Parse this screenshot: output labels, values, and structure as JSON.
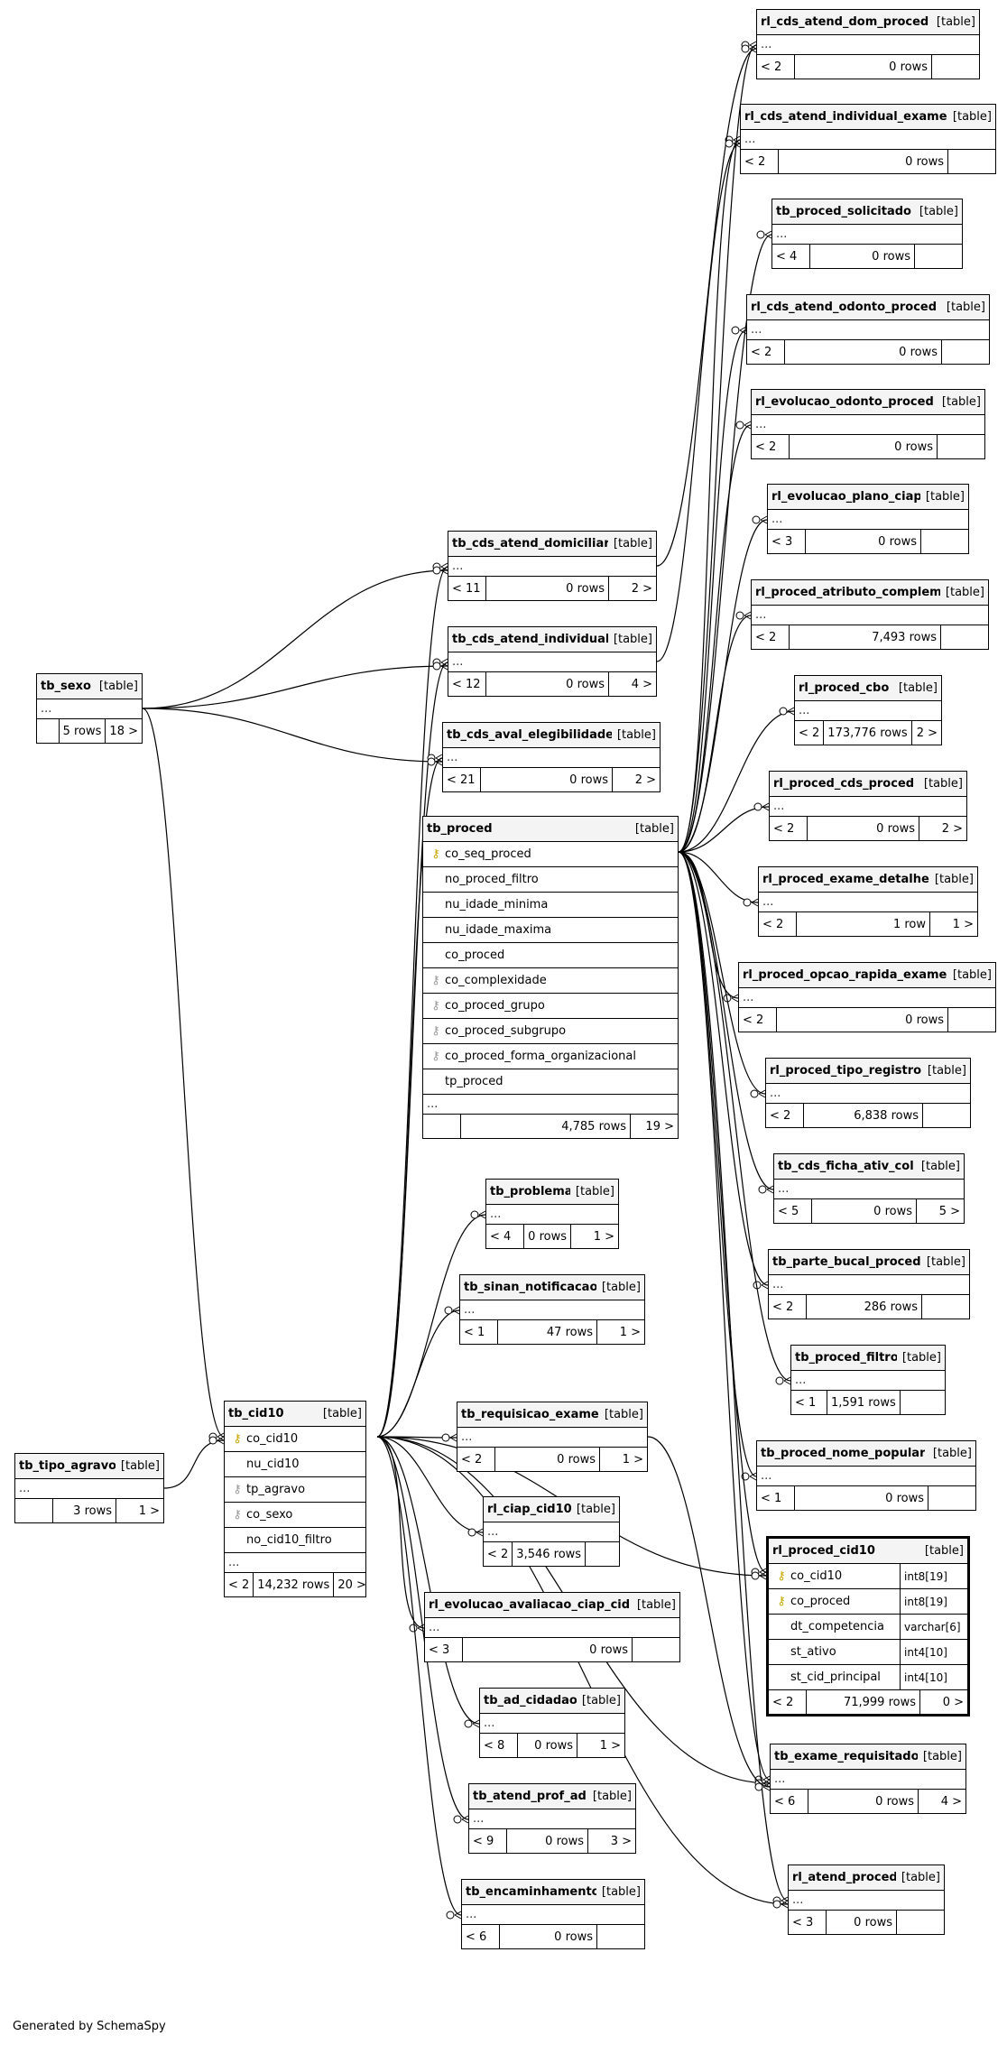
{
  "footer_text": "Generated by SchemaSpy",
  "dots": "...",
  "tables": [
    {
      "id": "rl_cds_atend_dom_proced",
      "name": "rl_cds_atend_dom_proced",
      "type": "[table]",
      "parents": "< 2",
      "rows": "0 rows",
      "children": ""
    },
    {
      "id": "rl_cds_atend_individual_exame",
      "name": "rl_cds_atend_individual_exame",
      "type": "[table]",
      "parents": "< 2",
      "rows": "0 rows",
      "children": ""
    },
    {
      "id": "tb_proced_solicitado",
      "name": "tb_proced_solicitado",
      "type": "[table]",
      "parents": "< 4",
      "rows": "0 rows",
      "children": ""
    },
    {
      "id": "rl_cds_atend_odonto_proced",
      "name": "rl_cds_atend_odonto_proced",
      "type": "[table]",
      "parents": "< 2",
      "rows": "0 rows",
      "children": ""
    },
    {
      "id": "rl_evolucao_odonto_proced",
      "name": "rl_evolucao_odonto_proced",
      "type": "[table]",
      "parents": "< 2",
      "rows": "0 rows",
      "children": ""
    },
    {
      "id": "rl_evolucao_plano_ciap",
      "name": "rl_evolucao_plano_ciap",
      "type": "[table]",
      "parents": "< 3",
      "rows": "0 rows",
      "children": ""
    },
    {
      "id": "rl_proced_atributo_complem",
      "name": "rl_proced_atributo_complem",
      "type": "[table]",
      "parents": "< 2",
      "rows": "7,493 rows",
      "children": ""
    },
    {
      "id": "rl_proced_cbo",
      "name": "rl_proced_cbo",
      "type": "[table]",
      "parents": "< 2",
      "rows": "173,776 rows",
      "children": "2 >"
    },
    {
      "id": "rl_proced_cds_proced",
      "name": "rl_proced_cds_proced",
      "type": "[table]",
      "parents": "< 2",
      "rows": "0 rows",
      "children": "2 >"
    },
    {
      "id": "rl_proced_exame_detalhe",
      "name": "rl_proced_exame_detalhe",
      "type": "[table]",
      "parents": "< 2",
      "rows": "1 row",
      "children": "1 >"
    },
    {
      "id": "rl_proced_opcao_rapida_exame",
      "name": "rl_proced_opcao_rapida_exame",
      "type": "[table]",
      "parents": "< 2",
      "rows": "0 rows",
      "children": ""
    },
    {
      "id": "rl_proced_tipo_registro",
      "name": "rl_proced_tipo_registro",
      "type": "[table]",
      "parents": "< 2",
      "rows": "6,838 rows",
      "children": ""
    },
    {
      "id": "tb_cds_ficha_ativ_col",
      "name": "tb_cds_ficha_ativ_col",
      "type": "[table]",
      "parents": "< 5",
      "rows": "0 rows",
      "children": "5 >"
    },
    {
      "id": "tb_parte_bucal_proced",
      "name": "tb_parte_bucal_proced",
      "type": "[table]",
      "parents": "< 2",
      "rows": "286 rows",
      "children": ""
    },
    {
      "id": "tb_proced_filtro",
      "name": "tb_proced_filtro",
      "type": "[table]",
      "parents": "< 1",
      "rows": "1,591 rows",
      "children": ""
    },
    {
      "id": "tb_proced_nome_popular",
      "name": "tb_proced_nome_popular",
      "type": "[table]",
      "parents": "< 1",
      "rows": "0 rows",
      "children": ""
    },
    {
      "id": "rl_proced_cid10",
      "name": "rl_proced_cid10",
      "type": "[table]",
      "focus": true,
      "columns": [
        {
          "name": "co_cid10",
          "key": "pk",
          "dtype": "int8[19]"
        },
        {
          "name": "co_proced",
          "key": "pk",
          "dtype": "int8[19]"
        },
        {
          "name": "dt_competencia",
          "key": "",
          "dtype": "varchar[6]"
        },
        {
          "name": "st_ativo",
          "key": "",
          "dtype": "int4[10]"
        },
        {
          "name": "st_cid_principal",
          "key": "",
          "dtype": "int4[10]"
        }
      ],
      "parents": "< 2",
      "rows": "71,999 rows",
      "children": "0 >"
    },
    {
      "id": "tb_exame_requisitado",
      "name": "tb_exame_requisitado",
      "type": "[table]",
      "parents": "< 6",
      "rows": "0 rows",
      "children": "4 >"
    },
    {
      "id": "rl_atend_proced",
      "name": "rl_atend_proced",
      "type": "[table]",
      "parents": "< 3",
      "rows": "0 rows",
      "children": ""
    },
    {
      "id": "tb_cds_atend_domiciliar",
      "name": "tb_cds_atend_domiciliar",
      "type": "[table]",
      "parents": "< 11",
      "rows": "0 rows",
      "children": "2 >"
    },
    {
      "id": "tb_cds_atend_individual",
      "name": "tb_cds_atend_individual",
      "type": "[table]",
      "parents": "< 12",
      "rows": "0 rows",
      "children": "4 >"
    },
    {
      "id": "tb_cds_aval_elegibilidade",
      "name": "tb_cds_aval_elegibilidade",
      "type": "[table]",
      "parents": "< 21",
      "rows": "0 rows",
      "children": "2 >"
    },
    {
      "id": "tb_proced",
      "name": "tb_proced",
      "type": "[table]",
      "columns": [
        {
          "name": "co_seq_proced",
          "key": "pk"
        },
        {
          "name": "no_proced_filtro",
          "key": ""
        },
        {
          "name": "nu_idade_minima",
          "key": ""
        },
        {
          "name": "nu_idade_maxima",
          "key": ""
        },
        {
          "name": "co_proced",
          "key": ""
        },
        {
          "name": "co_complexidade",
          "key": "fk"
        },
        {
          "name": "co_proced_grupo",
          "key": "fk"
        },
        {
          "name": "co_proced_subgrupo",
          "key": "fk"
        },
        {
          "name": "co_proced_forma_organizacional",
          "key": "fk"
        },
        {
          "name": "tp_proced",
          "key": ""
        }
      ],
      "parents": "",
      "rows": "4,785 rows",
      "children": "19 >"
    },
    {
      "id": "tb_problema",
      "name": "tb_problema",
      "type": "[table]",
      "parents": "< 4",
      "rows": "0 rows",
      "children": "1 >"
    },
    {
      "id": "tb_sinan_notificacao",
      "name": "tb_sinan_notificacao",
      "type": "[table]",
      "parents": "< 1",
      "rows": "47 rows",
      "children": "1 >"
    },
    {
      "id": "tb_requisicao_exame",
      "name": "tb_requisicao_exame",
      "type": "[table]",
      "parents": "< 2",
      "rows": "0 rows",
      "children": "1 >"
    },
    {
      "id": "rl_ciap_cid10",
      "name": "rl_ciap_cid10",
      "type": "[table]",
      "parents": "< 2",
      "rows": "3,546 rows",
      "children": ""
    },
    {
      "id": "rl_evolucao_avaliacao_ciap_cid",
      "name": "rl_evolucao_avaliacao_ciap_cid",
      "type": "[table]",
      "parents": "< 3",
      "rows": "0 rows",
      "children": ""
    },
    {
      "id": "tb_ad_cidadao",
      "name": "tb_ad_cidadao",
      "type": "[table]",
      "parents": "< 8",
      "rows": "0 rows",
      "children": "1 >"
    },
    {
      "id": "tb_atend_prof_ad",
      "name": "tb_atend_prof_ad",
      "type": "[table]",
      "parents": "< 9",
      "rows": "0 rows",
      "children": "3 >"
    },
    {
      "id": "tb_encaminhamento",
      "name": "tb_encaminhamento",
      "type": "[table]",
      "parents": "< 6",
      "rows": "0 rows",
      "children": ""
    },
    {
      "id": "tb_sexo",
      "name": "tb_sexo",
      "type": "[table]",
      "parents": "",
      "rows": "5 rows",
      "children": "18 >"
    },
    {
      "id": "tb_cid10",
      "name": "tb_cid10",
      "type": "[table]",
      "columns": [
        {
          "name": "co_cid10",
          "key": "pk"
        },
        {
          "name": "nu_cid10",
          "key": ""
        },
        {
          "name": "tp_agravo",
          "key": "fk"
        },
        {
          "name": "co_sexo",
          "key": "fk"
        },
        {
          "name": "no_cid10_filtro",
          "key": ""
        }
      ],
      "parents": "< 2",
      "rows": "14,232 rows",
      "children": "20 >"
    },
    {
      "id": "tb_tipo_agravo",
      "name": "tb_tipo_agravo",
      "type": "[table]",
      "parents": "",
      "rows": "3 rows",
      "children": "1 >"
    }
  ],
  "relationships": [
    [
      "tb_proced",
      "rl_cds_atend_dom_proced"
    ],
    [
      "tb_proced",
      "rl_cds_atend_individual_exame"
    ],
    [
      "tb_proced",
      "tb_proced_solicitado"
    ],
    [
      "tb_proced",
      "rl_cds_atend_odonto_proced"
    ],
    [
      "tb_proced",
      "rl_evolucao_odonto_proced"
    ],
    [
      "tb_proced",
      "rl_evolucao_plano_ciap"
    ],
    [
      "tb_proced",
      "rl_proced_atributo_complem"
    ],
    [
      "tb_proced",
      "rl_proced_cbo"
    ],
    [
      "tb_proced",
      "rl_proced_cds_proced"
    ],
    [
      "tb_proced",
      "rl_proced_exame_detalhe"
    ],
    [
      "tb_proced",
      "rl_proced_opcao_rapida_exame"
    ],
    [
      "tb_proced",
      "rl_proced_tipo_registro"
    ],
    [
      "tb_proced",
      "tb_cds_ficha_ativ_col"
    ],
    [
      "tb_proced",
      "tb_parte_bucal_proced"
    ],
    [
      "tb_proced",
      "tb_proced_filtro"
    ],
    [
      "tb_proced",
      "tb_proced_nome_popular"
    ],
    [
      "tb_proced",
      "rl_proced_cid10"
    ],
    [
      "tb_proced",
      "tb_exame_requisitado"
    ],
    [
      "tb_proced",
      "rl_atend_proced"
    ],
    [
      "tb_cds_atend_domiciliar",
      "rl_cds_atend_dom_proced"
    ],
    [
      "tb_cds_atend_individual",
      "rl_cds_atend_individual_exame"
    ],
    [
      "tb_cid10",
      "rl_proced_cid10"
    ],
    [
      "tb_cid10",
      "tb_cds_atend_domiciliar"
    ],
    [
      "tb_cid10",
      "tb_cds_atend_individual"
    ],
    [
      "tb_cid10",
      "tb_cds_aval_elegibilidade"
    ],
    [
      "tb_cid10",
      "tb_problema"
    ],
    [
      "tb_cid10",
      "tb_sinan_notificacao"
    ],
    [
      "tb_cid10",
      "tb_requisicao_exame"
    ],
    [
      "tb_cid10",
      "rl_ciap_cid10"
    ],
    [
      "tb_cid10",
      "rl_evolucao_avaliacao_ciap_cid"
    ],
    [
      "tb_cid10",
      "tb_ad_cidadao"
    ],
    [
      "tb_cid10",
      "tb_atend_prof_ad"
    ],
    [
      "tb_cid10",
      "tb_encaminhamento"
    ],
    [
      "tb_cid10",
      "rl_atend_proced"
    ],
    [
      "tb_cid10",
      "tb_exame_requisitado"
    ],
    [
      "tb_requisicao_exame",
      "tb_exame_requisitado"
    ],
    [
      "tb_sexo",
      "tb_cds_atend_domiciliar"
    ],
    [
      "tb_sexo",
      "tb_cds_atend_individual"
    ],
    [
      "tb_sexo",
      "tb_cds_aval_elegibilidade"
    ],
    [
      "tb_sexo",
      "tb_cid10"
    ],
    [
      "tb_tipo_agravo",
      "tb_cid10"
    ]
  ]
}
